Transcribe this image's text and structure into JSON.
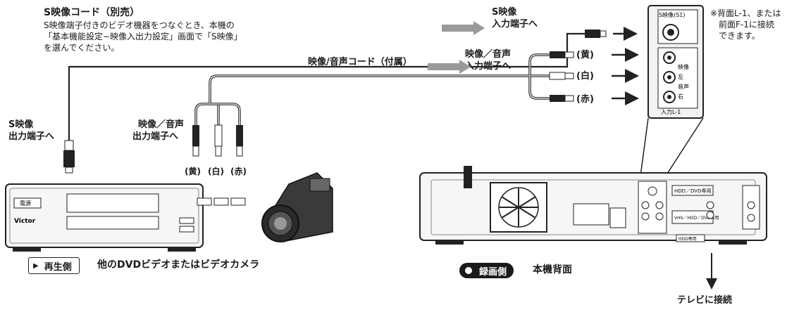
{
  "s_cord": {
    "title": "S映像コード（別売）",
    "line1": "S映像端子付きのビデオ機器をつなぐとき、本機の",
    "line2": "「基本機能設定−映像入出力設定」画面で「S映像」",
    "line3": "を選んでください。"
  },
  "s_output": {
    "line1": "S映像",
    "line2": "出力端子へ"
  },
  "av_output": {
    "line1": "映像／音声",
    "line2": "出力端子へ"
  },
  "plug_colors_bottom": [
    "(黄)",
    "(白)",
    "(赤)"
  ],
  "s_input": {
    "line1": "S映像",
    "line2": "入力端子へ"
  },
  "av_cord_label": "映像/音声コード（付属）",
  "av_input": {
    "line1": "映像／音声",
    "line2": "入力端子へ"
  },
  "plug_colors_right": [
    "(黄)",
    "(白)",
    "(赤)"
  ],
  "panel_labels": {
    "s_video": "S映像(S1)",
    "video": "映像",
    "left": "左",
    "audio": "音声",
    "right": "右",
    "input": "入力L-1"
  },
  "note": {
    "line1": "※背面L-1、または",
    "line2": "前面F-1に接続",
    "line3": "できます。"
  },
  "vcr_labels": {
    "power": "電源",
    "brand": "Victor"
  },
  "dvd_labels": {
    "hdd_dvd": "HDD／DVD専用",
    "vhs_hdd_dvd": "VHS／HDD／DVD共用",
    "hdd_only": "HDD専用"
  },
  "play_side": {
    "badge": "再生側",
    "text": "他のDVDビデオまたはビデオカメラ",
    "icon": "play-triangle-icon"
  },
  "rec_side": {
    "badge": "録画側",
    "text": "本機背面",
    "icon": "record-dot-icon"
  },
  "tv_connect": "テレビに接続",
  "colors": {
    "line": "#222222",
    "arrow_gray": "#9a9a9a",
    "panel": "#f2f2f2"
  }
}
